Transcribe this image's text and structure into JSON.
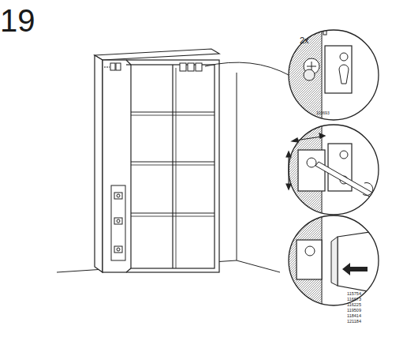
{
  "diagram": {
    "labels": [
      "19",
      "2x",
      "103693",
      "115754",
      "116673",
      "116225",
      "119509",
      "118414",
      "121184"
    ]
  }
}
